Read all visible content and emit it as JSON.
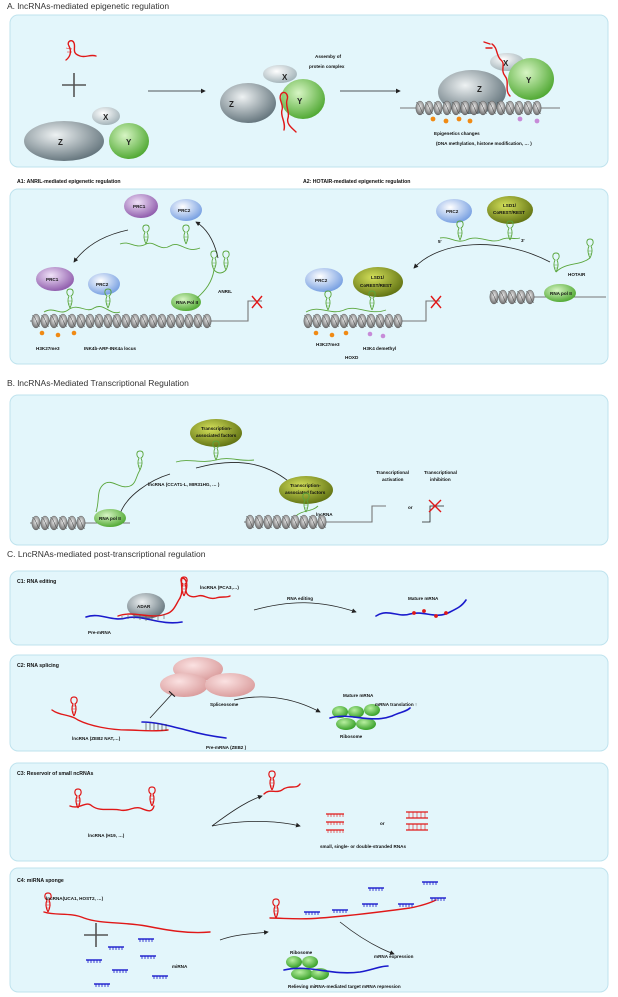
{
  "sections": {
    "a": {
      "title": "A. lncRNAs-mediated epigenetic regulation",
      "assembly_label_1": "Assemby of",
      "assembly_label_2": "protein complex",
      "epi_label_1": "Epigenetics changes",
      "epi_label_2": "(DNA methylation, histone modification, … )",
      "proteins": {
        "x": "X",
        "y": "Y",
        "z": "Z"
      }
    },
    "a1": {
      "title": "A1: ANRIL-mediated epigenetic regulation",
      "prc1": "PRC1",
      "prc2": "PRC2",
      "rnapol": "RNA Pol II",
      "anril": "ANRIL",
      "h3k27": "H3K27me3",
      "locus": "INK4b-ARF-INK4a locus"
    },
    "a2": {
      "title": "A2: HOTAIR-mediated epigenetic regulation",
      "prc2": "PRC2",
      "lsd1_1": "LSD1/",
      "lsd1_2": "CoREST/REST",
      "five": "5'",
      "three": "3'",
      "hotair": "HOTAIR",
      "rnapol": "RNA pol II",
      "h3k27": "H3K27me3",
      "hoxd": "HOXD",
      "h3k4": "H3K4 demethyl"
    },
    "b": {
      "title": "B. lncRNAs-Mediated Transcriptional Regulation",
      "taf_1": "Transcription-",
      "taf_2": "associated factors",
      "lnc_label": "lncRNA (CCAT1-L, MIR31HG, … )",
      "rnapol": "RNA pol II",
      "lncrna": "lncRNA",
      "activation_1": "Transcriptional",
      "activation_2": "activation",
      "or": "or",
      "inhibition_1": "Transcriptional",
      "inhibition_2": "inhibition"
    },
    "c": {
      "title": "C. LncRNAs-mediated post-transcriptional regulation"
    },
    "c1": {
      "title": "C1: RNA editing",
      "adar": "ADAR",
      "lnc_label": "lncRNA (PCA3,…)",
      "premrna": "Pre-mRNA",
      "editing": "RNA editing",
      "mature": "Mature mRNA"
    },
    "c2": {
      "title": "C2: RNA splicing",
      "spliceosome": "Spliceosome",
      "lnc_label": "lncRNA (ZEB2 NAT,…)",
      "premrna": "Pre-mRNA (ZEB2 )",
      "mature": "Mature mRNA",
      "translation": "mRNA translation ↑",
      "ribosome": "Ribosome"
    },
    "c3": {
      "title": "C3: Reservoir of small ncRNAs",
      "lnc_label": "lncRNA (H19, …)",
      "or": "or",
      "small": "small, single- or double-stranded RNAs"
    },
    "c4": {
      "title": "C4: miRNA sponge",
      "lnc_label": "lncRNA(UCA1, HOST2, …)",
      "mirna": "miRNA",
      "ribosome": "Ribosome",
      "expression": "mRNA expression",
      "relieving": "Relieving miRNA-mediated target mRNA repression"
    }
  },
  "colors": {
    "panel": "#e3f6fb",
    "panel_border": "#bfe3ee",
    "red_rna": "#e01818",
    "blue_rna": "#1a1acc",
    "green_protein": "#7cc65a",
    "olive_protein": "#8a9e1e",
    "purple_protein": "#9b6ab5",
    "blue_protein": "#7fa7e0",
    "gray_protein": "#8c9aa0"
  }
}
